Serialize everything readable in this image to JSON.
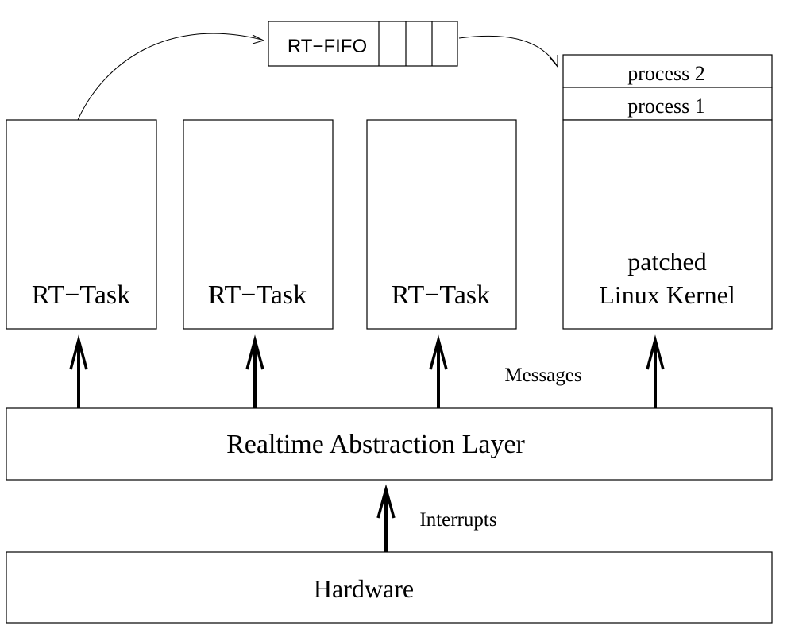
{
  "fifo": {
    "label": "RT−FIFO"
  },
  "tasks": [
    {
      "label": "RT−Task"
    },
    {
      "label": "RT−Task"
    },
    {
      "label": "RT−Task"
    }
  ],
  "kernel": {
    "processes": [
      "process 2",
      "process 1"
    ],
    "line1": "patched",
    "line2": "Linux Kernel"
  },
  "labels": {
    "messages": "Messages",
    "interrupts": "Interrupts"
  },
  "layers": {
    "abstraction": "Realtime Abstraction Layer",
    "hardware": "Hardware"
  }
}
